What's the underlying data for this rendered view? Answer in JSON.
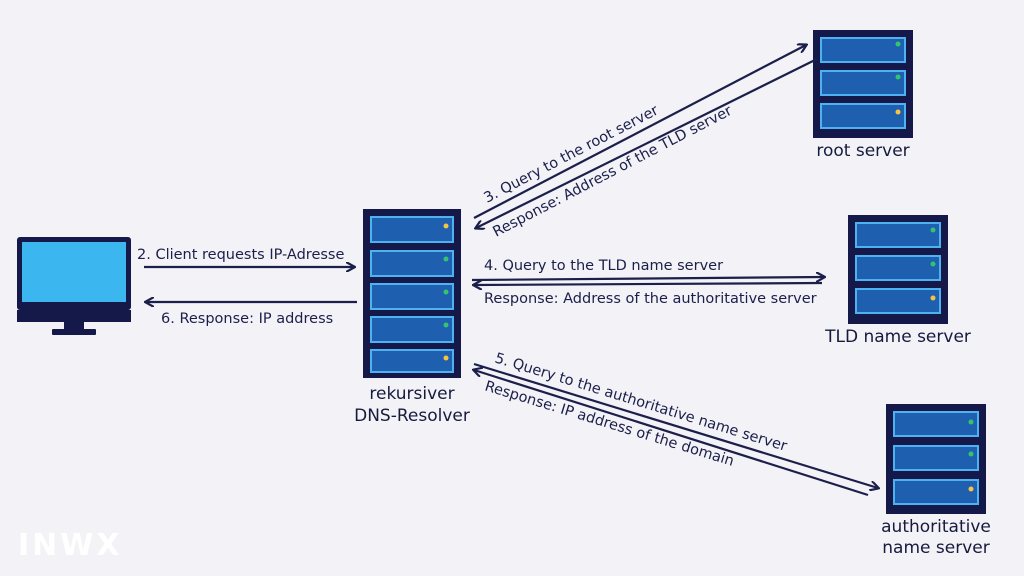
{
  "nodes": {
    "client": {
      "label": ""
    },
    "resolver": {
      "label_line1": "rekursiver",
      "label_line2": "DNS-Resolver"
    },
    "root": {
      "label": "root server"
    },
    "tld": {
      "label": "TLD name server"
    },
    "auth": {
      "label_line1": "authoritative",
      "label_line2": "name server"
    }
  },
  "steps": {
    "s2": "2. Client requests IP-Adresse",
    "s6": "6. Response: IP address",
    "s3": "3. Query to the root server",
    "s3r": "Response: Address of the TLD server",
    "s4": "4. Query to the TLD name server",
    "s4r": "Response: Address of the authoritative server",
    "s5": "5. Query to the authoritative name server",
    "s5r": "Response: IP address of the domain"
  },
  "brand": {
    "logo": "INWX"
  },
  "colors": {
    "background": "#f2f2f7",
    "arrow": "#1b1f4a",
    "server_body": "#14194a",
    "server_slot": "#1f5fb0",
    "server_slot_border": "#4fb2f0",
    "led_green": "#32c56b",
    "led_yellow": "#f5c542",
    "monitor_screen": "#3bb6ee",
    "monitor_frame": "#14194a"
  }
}
